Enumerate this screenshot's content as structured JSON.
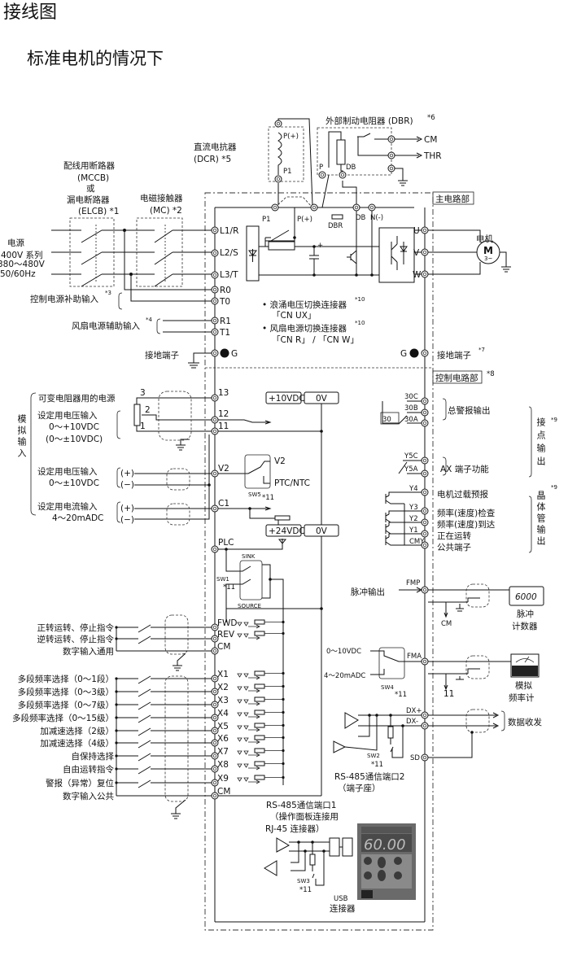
{
  "title": "接线图",
  "subtitle": "标准电机的情况下",
  "main_circuit": {
    "section_label": "主电路部",
    "dcr_label": "直流电抗器",
    "dcr_note": "(DCR) *5",
    "dcr_p_plus": "P(+)",
    "dcr_p1": "P1",
    "dbr_label": "外部制动电阻器 (DBR)",
    "dbr_note": "*6",
    "dbr_p": "P",
    "dbr_db": "DB",
    "dbr_cm": "CM",
    "dbr_thr": "THR",
    "breaker_lines": [
      "配线用断路器",
      "(MCCB)",
      "或",
      "漏电断路器",
      "(ELCB) *1"
    ],
    "contactor_lines": [
      "电磁接触器",
      "(MC) *2"
    ],
    "power_lines": [
      "电源",
      "400V 系列",
      "380～480V",
      "50/60Hz"
    ],
    "bus_labels": {
      "p1": "P1",
      "p_plus": "P(+)",
      "dbr": "DBR",
      "db": "DB",
      "n_minus": "N(-)"
    },
    "input_terminals": [
      "L1/R",
      "L2/S",
      "L3/T",
      "R0",
      "T0",
      "R1",
      "T1",
      "G"
    ],
    "output_terminals": [
      "U",
      "V",
      "W",
      "G"
    ],
    "motor_label": "电机",
    "motor_symbol": "M",
    "motor_phase": "3~",
    "aux_control_power": "控制电源补助输入",
    "aux_control_note": "*3",
    "aux_fan_power": "风扇电源辅助输入",
    "aux_fan_note": "*4",
    "ground_left": "接地端子",
    "ground_right": "接地端子",
    "ground_right_note": "*7",
    "connector_notes": [
      {
        "title": "• 浪涌电压切换连接器",
        "note": "*10",
        "value": "「CN UX」"
      },
      {
        "title": "• 风扇电源切换连接器",
        "note": "*10",
        "value": "「CN R」 / 「CN W」"
      }
    ]
  },
  "control_circuit": {
    "section_label": "控制电路部",
    "section_note": "*8",
    "analog_input_vertical": "模拟输入",
    "pot_power": "可变电阻器用的电源",
    "pot_pins": [
      "3",
      "2",
      "1"
    ],
    "voltage_input_1": [
      "设定用电压输入",
      "0～+10VDC",
      "(0～±10VDC)"
    ],
    "voltage_input_2": [
      "设定用电压输入",
      "0～±10VDC"
    ],
    "current_input": [
      "设定用电流输入",
      "4～20mADC"
    ],
    "plus": "(+)",
    "minus": "(−)",
    "analog_terminals": [
      "13",
      "12",
      "11",
      "V2",
      "C1"
    ],
    "supply_10v": "+10VDC",
    "supply_0v": "0V",
    "supply_24v": "+24VDC",
    "sw5": {
      "v2": "V2",
      "ptc": "PTC/NTC",
      "label": "SW5",
      "note": "*11"
    },
    "plc": "PLC",
    "sw1": {
      "sink": "SINK",
      "source": "SOURCE",
      "label": "SW1",
      "note": "*11"
    },
    "digital_inputs": [
      {
        "label": "正转运转、停止指令",
        "terminal": "FWD"
      },
      {
        "label": "逆转运转、停止指令",
        "terminal": "REV"
      },
      {
        "label": "数字输入通用",
        "terminal": "CM"
      },
      {
        "label": "多段频率选择（0～1段）",
        "terminal": "X1"
      },
      {
        "label": "多段频率选择（0～3级）",
        "terminal": "X2"
      },
      {
        "label": "多段频率选择（0～7级）",
        "terminal": "X3"
      },
      {
        "label": "多段频率选择（0～15级）",
        "terminal": "X4"
      },
      {
        "label": "加减速选择（2级）",
        "terminal": "X5"
      },
      {
        "label": "加减速选择（4级）",
        "terminal": "X6"
      },
      {
        "label": "自保持选择",
        "terminal": "X7"
      },
      {
        "label": "自由运转指令",
        "terminal": "X8"
      },
      {
        "label": "警报（异常）复位",
        "terminal": "X9"
      },
      {
        "label": "数字输入公共",
        "terminal": "CM"
      }
    ],
    "relay_outputs": {
      "terminals": [
        "30C",
        "30B",
        "30A"
      ],
      "box": "30",
      "label": "总警报输出",
      "ax_terminals": [
        "Y5C",
        "Y5A"
      ],
      "ax_label": "AX 端子功能",
      "group": "接点输出",
      "group_note": "*9"
    },
    "transistor_outputs": {
      "items": [
        {
          "terminal": "Y4",
          "label": "电机过载预报"
        },
        {
          "terminal": "Y3",
          "label": "频率(速度)检查"
        },
        {
          "terminal": "Y2",
          "label": "频率(速度)到达"
        },
        {
          "terminal": "Y1",
          "label": "正在运转"
        },
        {
          "terminal": "CMY",
          "label": "公共端子"
        }
      ],
      "group": "晶体管输出",
      "group_note": "*9"
    },
    "pulse_output": {
      "label": "脉冲输出",
      "terminal": "FMP",
      "counter_display": "6000",
      "counter_label": [
        "脉冲",
        "计数器"
      ],
      "cm": "CM"
    },
    "analog_output": {
      "v_range": "0～10VDC",
      "i_range": "4～20mADC",
      "terminal": "FMA",
      "sw": "SW4",
      "note": "*11",
      "common": "11",
      "meter_label": [
        "模拟",
        "频率计"
      ]
    },
    "rs485_port2": {
      "dx_plus": "DX+",
      "dx_minus": "DX-",
      "sd": "SD",
      "data_label": "数据收发",
      "sw": "SW2",
      "note": "*11",
      "title": "RS-485通信端口2",
      "subtitle": "（端子座）"
    },
    "rs485_port1": {
      "title": "RS-485通信端口1",
      "line2": "（操作面板连接用",
      "line3": "RJ-45 连接器）",
      "sw": "SW3",
      "note": "*11",
      "keypad_display": "60.00",
      "usb_label": [
        "USB",
        "连接器"
      ]
    }
  }
}
